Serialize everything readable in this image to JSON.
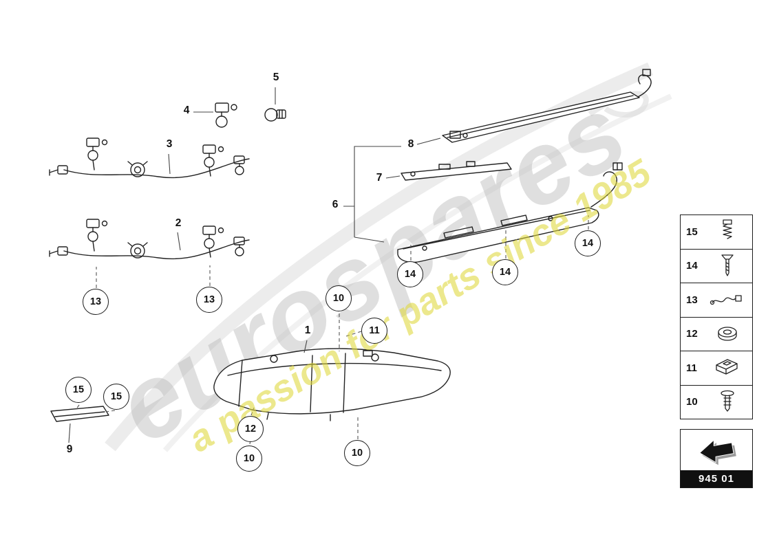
{
  "watermark": {
    "brand": "eurospares",
    "tagline": "a passion for parts since 1985"
  },
  "callouts": {
    "plain": [
      {
        "label": "5"
      },
      {
        "label": "4"
      },
      {
        "label": "3"
      },
      {
        "label": "8"
      },
      {
        "label": "7"
      },
      {
        "label": "6"
      },
      {
        "label": "2"
      },
      {
        "label": "1"
      },
      {
        "label": "9"
      }
    ],
    "circled": [
      {
        "label": "13"
      },
      {
        "label": "13"
      },
      {
        "label": "14"
      },
      {
        "label": "14"
      },
      {
        "label": "14"
      },
      {
        "label": "10"
      },
      {
        "label": "11"
      },
      {
        "label": "15"
      },
      {
        "label": "15"
      },
      {
        "label": "12"
      },
      {
        "label": "10"
      },
      {
        "label": "10"
      }
    ]
  },
  "legend": {
    "rows": [
      {
        "num": "15",
        "icon": "screw-icon"
      },
      {
        "num": "14",
        "icon": "countersunk-screw-icon"
      },
      {
        "num": "13",
        "icon": "wiring-harness-icon"
      },
      {
        "num": "12",
        "icon": "grommet-washer-icon"
      },
      {
        "num": "11",
        "icon": "clip-nut-icon"
      },
      {
        "num": "10",
        "icon": "push-rivet-icon"
      }
    ],
    "part_code": "945 01"
  }
}
